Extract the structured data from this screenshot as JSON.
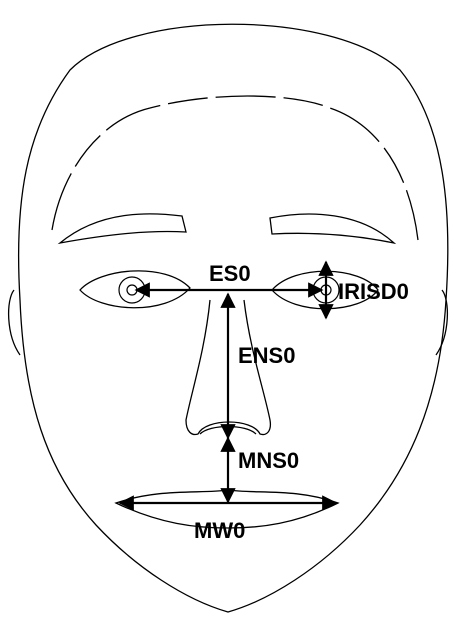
{
  "labels": {
    "es0": "ES0",
    "irisd0": "IRISD0",
    "ens0": "ENS0",
    "mns0": "MNS0",
    "mw0": "MW0"
  },
  "colors": {
    "stroke": "#000000",
    "background": "#ffffff"
  }
}
